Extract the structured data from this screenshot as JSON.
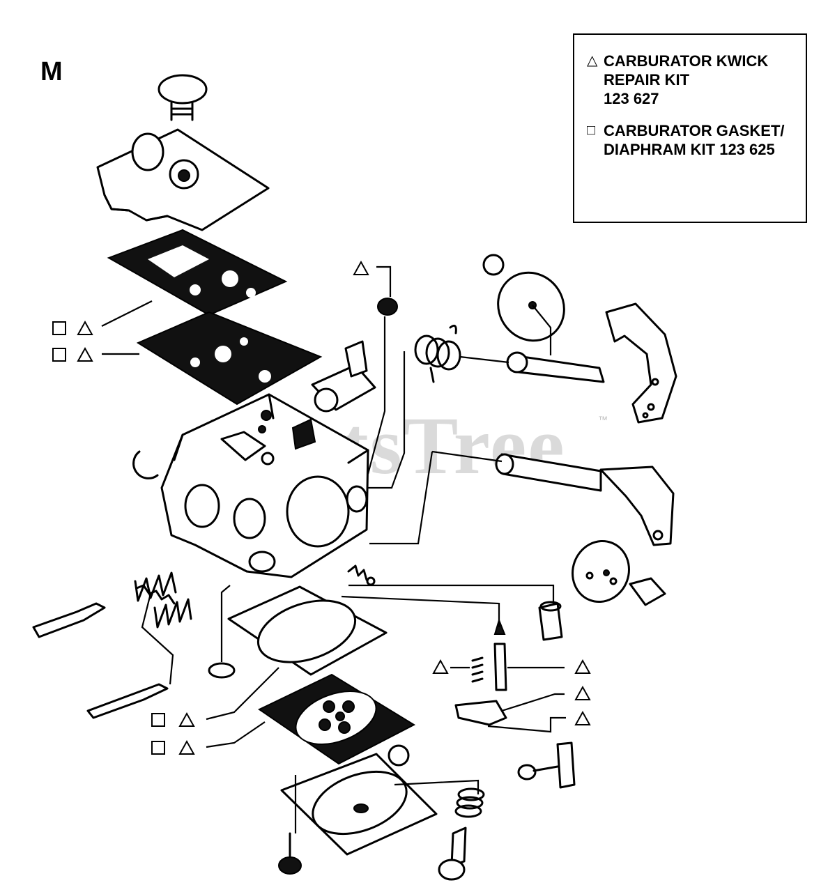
{
  "section_label": "M",
  "legend": [
    {
      "symbol": "△",
      "lines": [
        "CARBURATOR KWICK",
        "REPAIR KIT",
        "123 627"
      ]
    },
    {
      "symbol": "□",
      "lines": [
        "CARBURATOR GASKET/",
        "DIAPHRAM KIT 123 625"
      ]
    }
  ],
  "watermark": {
    "text": "PartsTree",
    "trademark": "™"
  },
  "callouts": [
    {
      "id": "gasket-upper",
      "symbols": [
        "square",
        "triangle"
      ]
    },
    {
      "id": "gasket-lower",
      "symbols": [
        "square",
        "triangle"
      ]
    },
    {
      "id": "inlet-screen",
      "symbols": [
        "triangle"
      ]
    },
    {
      "id": "needle-spring",
      "symbols": [
        "triangle"
      ]
    },
    {
      "id": "inlet-needle",
      "symbols": [
        "triangle"
      ]
    },
    {
      "id": "metering-lever",
      "symbols": [
        "triangle"
      ]
    },
    {
      "id": "lever-pin",
      "symbols": [
        "triangle"
      ]
    },
    {
      "id": "pump-gasket",
      "symbols": [
        "square",
        "triangle"
      ]
    },
    {
      "id": "metering-diaphragm",
      "symbols": [
        "square",
        "triangle"
      ]
    }
  ]
}
